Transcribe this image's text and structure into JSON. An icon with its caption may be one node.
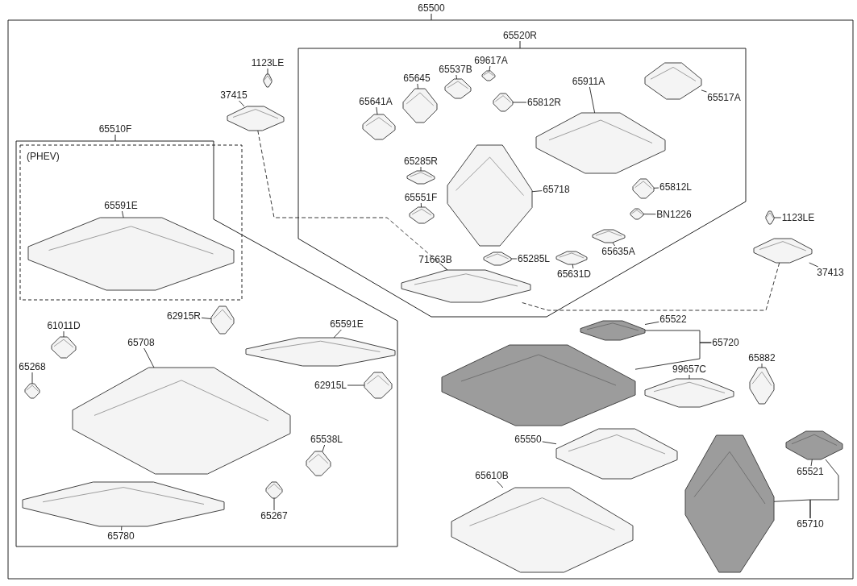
{
  "diagram": {
    "nodes": [
      {
        "text": [
          "65500"
        ]
      },
      {
        "text": [
          "65520R"
        ],
        "in": 0
      },
      {
        "text": [
          "65510F"
        ],
        "in": 0
      },
      {
        "text": [
          "(PHEV)"
        ],
        "in": 2
      },
      {
        "text": [
          "65641A"
        ],
        "in": 1
      },
      {
        "text": [],
        "shape": "picture",
        "in": 1
      },
      {
        "text": [
          "65645"
        ],
        "in": 1
      },
      {
        "text": [],
        "shape": "picture",
        "in": 1
      },
      {
        "text": [
          "65537B"
        ],
        "in": 1
      },
      {
        "text": [],
        "shape": "picture",
        "in": 1
      },
      {
        "text": [
          "69617A"
        ],
        "in": 1
      },
      {
        "text": [],
        "shape": "picture",
        "in": 1
      },
      {
        "text": [
          "65812R"
        ],
        "in": 1
      },
      {
        "text": [],
        "shape": "picture",
        "in": 1
      },
      {
        "text": [
          "65911A"
        ],
        "in": 1
      },
      {
        "text": [],
        "shape": "picture",
        "in": 1
      },
      {
        "text": [
          "65517A"
        ],
        "in": 1
      },
      {
        "text": [],
        "shape": "picture",
        "in": 1
      },
      {
        "text": [
          "65718"
        ],
        "in": 1
      },
      {
        "text": [],
        "shape": "picture",
        "in": 1
      },
      {
        "text": [
          "65812L"
        ],
        "in": 1
      },
      {
        "text": [],
        "shape": "picture",
        "in": 1
      },
      {
        "text": [
          "65285R"
        ],
        "in": 1
      },
      {
        "text": [],
        "shape": "picture",
        "in": 1
      },
      {
        "text": [
          "65551F"
        ],
        "in": 1
      },
      {
        "text": [],
        "shape": "picture",
        "in": 1
      },
      {
        "text": [
          "71663B"
        ],
        "in": 1
      },
      {
        "text": [],
        "shape": "picture",
        "in": 1
      },
      {
        "text": [
          "BN1226"
        ],
        "in": 1
      },
      {
        "text": [],
        "shape": "picture",
        "in": 1
      },
      {
        "text": [
          "65285L"
        ],
        "in": 1
      },
      {
        "text": [],
        "shape": "picture",
        "in": 1
      },
      {
        "text": [
          "65635A"
        ],
        "in": 1
      },
      {
        "text": [],
        "shape": "picture",
        "in": 1
      },
      {
        "text": [
          "65631D"
        ],
        "in": 1
      },
      {
        "text": [],
        "shape": "picture",
        "in": 1
      },
      {
        "text": [
          "1123LE"
        ],
        "in": 0
      },
      {
        "text": [],
        "shape": "picture",
        "in": 0
      },
      {
        "text": [
          "37415"
        ],
        "in": 0
      },
      {
        "text": [],
        "shape": "picture",
        "in": 0
      },
      {
        "text": [
          "1123LE"
        ],
        "in": 0
      },
      {
        "text": [],
        "shape": "picture",
        "in": 0
      },
      {
        "text": [
          "37413"
        ],
        "in": 0
      },
      {
        "text": [],
        "shape": "picture",
        "in": 0
      },
      {
        "text": [
          "65522"
        ],
        "in": 0
      },
      {
        "text": [],
        "shape": "picture",
        "in": 0
      },
      {
        "text": [
          "65720"
        ],
        "in": 0
      },
      {
        "text": [],
        "shape": "picture",
        "in": 0
      },
      {
        "text": [
          "65882"
        ],
        "in": 0
      },
      {
        "text": [],
        "shape": "picture",
        "in": 0
      },
      {
        "text": [
          "99657C"
        ],
        "in": 0
      },
      {
        "text": [],
        "shape": "picture",
        "in": 0
      },
      {
        "text": [
          "65550"
        ],
        "in": 0
      },
      {
        "text": [],
        "shape": "picture",
        "in": 0
      },
      {
        "text": [
          "65610B"
        ],
        "in": 0
      },
      {
        "text": [],
        "shape": "picture",
        "in": 0
      },
      {
        "text": [
          "65521"
        ],
        "in": 0
      },
      {
        "text": [],
        "shape": "picture",
        "in": 0
      },
      {
        "text": [
          "65710"
        ],
        "in": 0
      },
      {
        "text": [],
        "shape": "picture",
        "in": 0
      },
      {
        "text": [
          "65591E"
        ],
        "in": 3
      },
      {
        "text": [],
        "shape": "picture",
        "in": 3
      },
      {
        "text": [
          "65591E"
        ],
        "in": 2
      },
      {
        "text": [],
        "shape": "picture",
        "in": 2
      },
      {
        "text": [
          "62915R"
        ],
        "in": 2
      },
      {
        "text": [],
        "shape": "picture",
        "in": 2
      },
      {
        "text": [
          "62915L"
        ],
        "in": 2
      },
      {
        "text": [],
        "shape": "picture",
        "in": 2
      },
      {
        "text": [
          "61011D"
        ],
        "in": 2
      },
      {
        "text": [],
        "shape": "picture",
        "in": 2
      },
      {
        "text": [
          "65708"
        ],
        "in": 2
      },
      {
        "text": [],
        "shape": "picture",
        "in": 2
      },
      {
        "text": [
          "65268"
        ],
        "in": 2
      },
      {
        "text": [],
        "shape": "picture",
        "in": 2
      },
      {
        "text": [
          "65538L"
        ],
        "in": 2
      },
      {
        "text": [],
        "shape": "picture",
        "in": 2
      },
      {
        "text": [
          "65780"
        ],
        "in": 2
      },
      {
        "text": [],
        "shape": "picture",
        "in": 2
      },
      {
        "text": [
          "65267"
        ],
        "in": 2
      },
      {
        "text": [],
        "shape": "picture",
        "in": 2
      }
    ],
    "edges": [
      {
        "from": 4,
        "to": 5,
        "arrow": "none"
      },
      {
        "from": 6,
        "to": 7,
        "arrow": "none"
      },
      {
        "from": 8,
        "to": 9,
        "arrow": "none"
      },
      {
        "from": 10,
        "to": 11,
        "arrow": "none"
      },
      {
        "from": 12,
        "to": 13,
        "arrow": "none"
      },
      {
        "from": 14,
        "to": 15,
        "arrow": "none"
      },
      {
        "from": 16,
        "to": 17,
        "arrow": "none"
      },
      {
        "from": 18,
        "to": 19,
        "arrow": "none"
      },
      {
        "from": 20,
        "to": 21,
        "arrow": "none"
      },
      {
        "from": 22,
        "to": 23,
        "arrow": "none"
      },
      {
        "from": 24,
        "to": 25,
        "arrow": "none"
      },
      {
        "from": 26,
        "to": 27,
        "arrow": "none"
      },
      {
        "from": 28,
        "to": 29,
        "arrow": "none"
      },
      {
        "from": 30,
        "to": 31,
        "arrow": "none"
      },
      {
        "from": 32,
        "to": 33,
        "arrow": "none"
      },
      {
        "from": 34,
        "to": 35,
        "arrow": "none"
      },
      {
        "from": 36,
        "to": 37,
        "arrow": "none"
      },
      {
        "from": 38,
        "to": 39,
        "arrow": "none"
      },
      {
        "from": 40,
        "to": 41,
        "arrow": "none"
      },
      {
        "from": 42,
        "to": 43,
        "arrow": "none"
      },
      {
        "from": 44,
        "to": 45,
        "arrow": "none"
      },
      {
        "from": 46,
        "to": 47,
        "arrow": "none"
      },
      {
        "from": 48,
        "to": 49,
        "arrow": "none"
      },
      {
        "from": 50,
        "to": 51,
        "arrow": "none"
      },
      {
        "from": 52,
        "to": 53,
        "arrow": "none"
      },
      {
        "from": 54,
        "to": 55,
        "arrow": "none"
      },
      {
        "from": 56,
        "to": 57,
        "arrow": "none"
      },
      {
        "from": 58,
        "to": 59,
        "arrow": "none"
      },
      {
        "from": 60,
        "to": 61,
        "arrow": "none"
      },
      {
        "from": 62,
        "to": 63,
        "arrow": "none"
      },
      {
        "from": 64,
        "to": 65,
        "arrow": "none"
      },
      {
        "from": 66,
        "to": 67,
        "arrow": "none"
      },
      {
        "from": 68,
        "to": 69,
        "arrow": "none"
      },
      {
        "from": 70,
        "to": 71,
        "arrow": "none"
      },
      {
        "from": 72,
        "to": 73,
        "arrow": "none"
      },
      {
        "from": 74,
        "to": 75,
        "arrow": "none"
      },
      {
        "from": 76,
        "to": 77,
        "arrow": "none"
      },
      {
        "from": 78,
        "to": 79,
        "arrow": "none"
      },
      {
        "from": 46,
        "to": 45,
        "arrow": "none"
      },
      {
        "from": 58,
        "to": 57,
        "arrow": "none"
      },
      {
        "from": 39,
        "to": 27,
        "arrow": "none",
        "style": "dashed"
      },
      {
        "from": 43,
        "to": 27,
        "arrow": "none",
        "style": "dashed"
      }
    ]
  }
}
